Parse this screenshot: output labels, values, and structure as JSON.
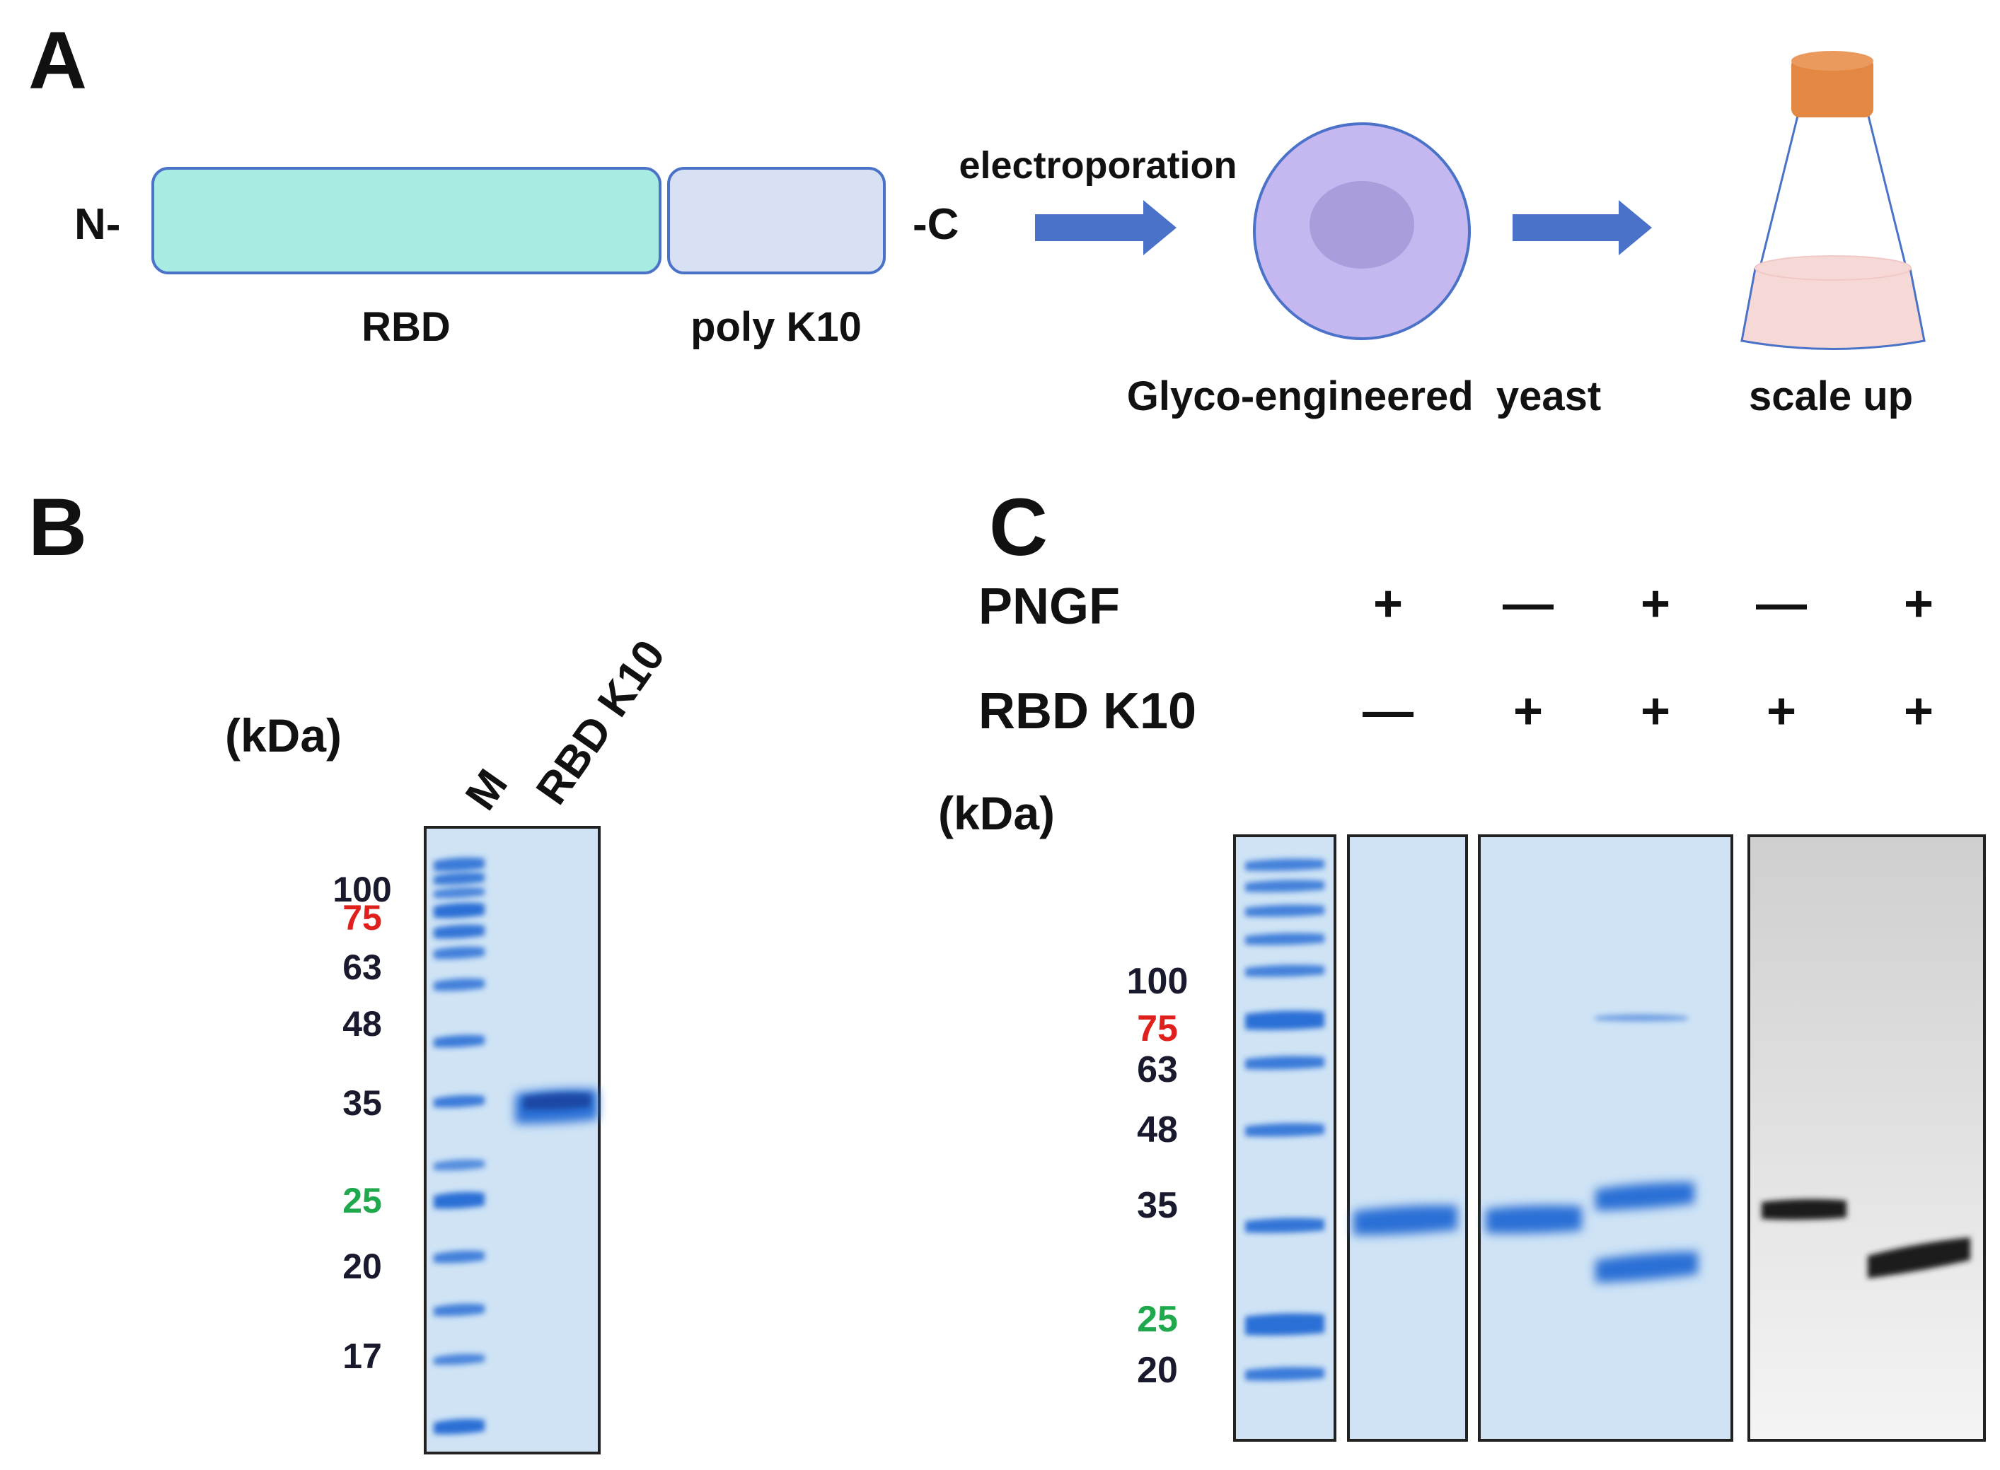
{
  "panel_a": {
    "letter": "A",
    "n_term": "N-",
    "c_term": "-C",
    "domain_main": "RBD",
    "domain_tag": "poly K10",
    "step1": "electroporation",
    "cell_label": "Glyco-engineered  yeast",
    "flask_label": "scale up",
    "colors": {
      "rbd": "#a8ebe2",
      "tag": "#d8e0f3",
      "arrow": "#4a72c8",
      "cell": "#c5b7ef",
      "nucleus": "#a99ddc",
      "cap": "#e28843",
      "medium": "#f6d8d6"
    }
  },
  "panel_b": {
    "letter": "B",
    "unit": "(kDa)",
    "lane_labels": [
      "M",
      "RBD K10"
    ],
    "markers": [
      {
        "label": "100",
        "color": "#1a1a2e"
      },
      {
        "label": "75",
        "color": "#e0201c"
      },
      {
        "label": "63",
        "color": "#1a1a2e"
      },
      {
        "label": "48",
        "color": "#1a1a2e"
      },
      {
        "label": "35",
        "color": "#1a1a2e"
      },
      {
        "label": "25",
        "color": "#1fa84c"
      },
      {
        "label": "20",
        "color": "#1a1a2e"
      },
      {
        "label": "17",
        "color": "#1a1a2e"
      }
    ]
  },
  "panel_c": {
    "letter": "C",
    "row1_label": "PNGF",
    "row2_label": "RBD K10",
    "row1_signs": [
      "+",
      "—",
      "+",
      "—",
      "+"
    ],
    "row2_signs": [
      "—",
      "+",
      "+",
      "+",
      "+"
    ],
    "unit": "(kDa)",
    "markers": [
      {
        "label": "100",
        "color": "#1a1a2e"
      },
      {
        "label": "75",
        "color": "#e0201c"
      },
      {
        "label": "63",
        "color": "#1a1a2e"
      },
      {
        "label": "48",
        "color": "#1a1a2e"
      },
      {
        "label": "35",
        "color": "#1a1a2e"
      },
      {
        "label": "25",
        "color": "#1fa84c"
      },
      {
        "label": "20",
        "color": "#1a1a2e"
      }
    ]
  },
  "gel_colors": {
    "background": "#cfe3f5",
    "band": "#2a6fd6",
    "band_dark": "#12388f",
    "western_bg": "#d9d9d9",
    "western_band": "#1b1b1b"
  }
}
